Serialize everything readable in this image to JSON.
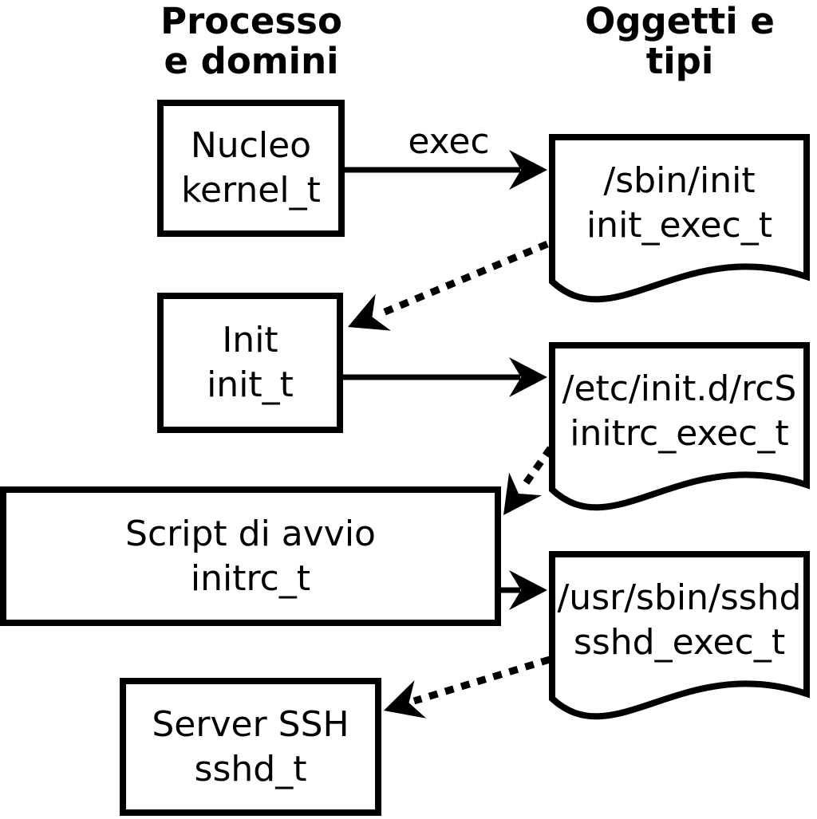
{
  "columns": {
    "left": {
      "line1": "Processo",
      "line2": "e domini"
    },
    "right": {
      "line1": "Oggetti e",
      "line2": "tipi"
    }
  },
  "processes": [
    {
      "name": "Nucleo",
      "type": "kernel_t"
    },
    {
      "name": "Init",
      "type": "init_t"
    },
    {
      "name": "Script di avvio",
      "type": "initrc_t"
    },
    {
      "name": "Server SSH",
      "type": "sshd_t"
    }
  ],
  "objects": [
    {
      "path": "/sbin/init",
      "type": "init_exec_t"
    },
    {
      "path": "/etc/init.d/rcS",
      "type": "initrc_exec_t"
    },
    {
      "path": "/usr/sbin/sshd",
      "type": "sshd_exec_t"
    }
  ],
  "edges": {
    "exec_label": "exec",
    "solid_arrows": [
      {
        "from": "kernel_t",
        "to": "init_exec_t",
        "label": "exec"
      },
      {
        "from": "init_t",
        "to": "initrc_exec_t",
        "label": ""
      },
      {
        "from": "initrc_t",
        "to": "sshd_exec_t",
        "label": ""
      }
    ],
    "dotted_arrows": [
      {
        "from": "init_exec_t",
        "to": "init_t"
      },
      {
        "from": "initrc_exec_t",
        "to": "initrc_t"
      },
      {
        "from": "sshd_exec_t",
        "to": "sshd_t"
      }
    ]
  },
  "colors": {
    "ink": "#000000",
    "paper": "#ffffff"
  }
}
